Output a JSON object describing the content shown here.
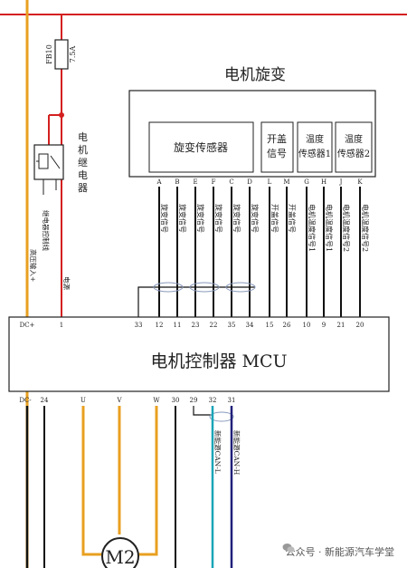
{
  "resolver_box_title": "电机旋变",
  "resolver_sensor_label": "旋变传感器",
  "open_cover_label": [
    "开盖",
    "信号"
  ],
  "temp_sensor1_label": [
    "温度",
    "传感器1"
  ],
  "temp_sensor2_label": [
    "温度",
    "传感器2"
  ],
  "fuse_label": "FB10",
  "fuse_rating": "7.5A",
  "relay_label": [
    "电",
    "机",
    "继",
    "电",
    "器"
  ],
  "relay_wire_label": "继电器控制线",
  "hv_interlock_label": "高压输入+",
  "power_label": "电源",
  "mcu_label": "电机控制器 MCU",
  "motor_label": "M2",
  "top_pins": [
    "DC+",
    "1",
    "33",
    "12",
    "11",
    "23",
    "22",
    "35",
    "34",
    "15",
    "26",
    "10",
    "9",
    "21",
    "20"
  ],
  "connector_letters": [
    "A",
    "B",
    "E",
    "F",
    "C",
    "D",
    "L",
    "M",
    "G",
    "H",
    "J",
    "K"
  ],
  "signal_labels": [
    "旋变信号",
    "旋变信号",
    "旋变信号",
    "旋变信号",
    "旋变信号",
    "旋变信号",
    "开盖信号",
    "开盖信号",
    "电机温度信号1",
    "电机温度信号1",
    "电机温度信号2",
    "电机温度信号2"
  ],
  "bottom_pins": [
    "DC-",
    "24",
    "U",
    "V",
    "W",
    "30",
    "29",
    "32",
    "31"
  ],
  "can_low_label": "新能源CAN-L",
  "can_high_label": "新能源CAN-H",
  "watermark_text": "公众号 · 新能源汽车学堂",
  "colors": {
    "orange": "#e8a020",
    "red": "#d42020",
    "black": "#111111",
    "teal": "#1aa5b8",
    "navy": "#20207a"
  },
  "icons": [
    "wechat-icon"
  ]
}
